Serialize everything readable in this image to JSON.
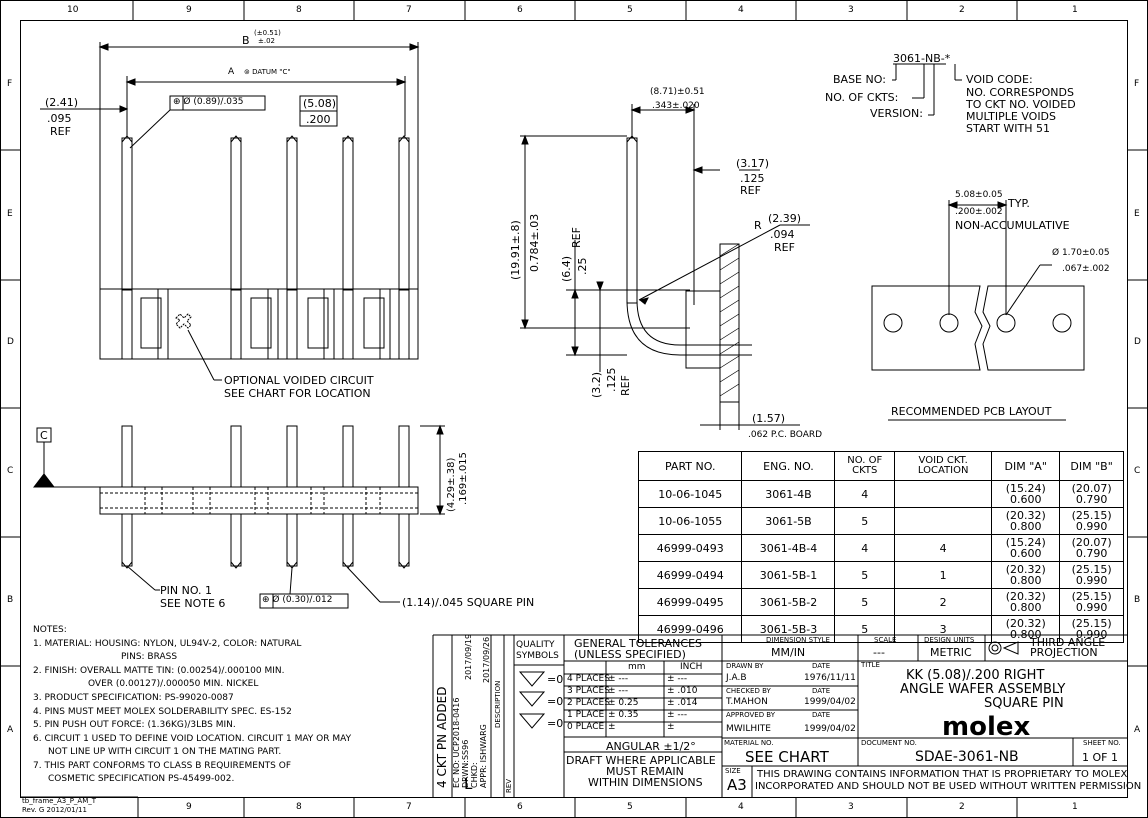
{
  "frame": {
    "top_zones": [
      "10",
      "9",
      "8",
      "7",
      "6",
      "5",
      "4",
      "3",
      "2",
      "1"
    ],
    "bottom_zones": [
      "9",
      "8",
      "7",
      "6",
      "5",
      "4",
      "3",
      "2",
      "1"
    ],
    "row_zones": [
      "F",
      "E",
      "D",
      "C",
      "B",
      "A"
    ],
    "frame_id": "tb_frame_A3_P_AM_T",
    "frame_rev": "Rev. G 2012/01/11"
  },
  "front_view": {
    "dim_b": "B",
    "dim_b_tol_top": "(±0.51)",
    "dim_b_tol_bot": "±.02",
    "dim_a": "A",
    "dim_a_datum": "⊚ DATUM \"C\"",
    "ref_241_mm": "(2.41)",
    "ref_241_in": ".095",
    "ref_241_ref": "REF",
    "pos_tol_pin": "⊕ Ø (0.89)/.035",
    "pitch_mm": "(5.08)",
    "pitch_in": ".200",
    "void_note_1": "OPTIONAL VOIDED CIRCUIT",
    "void_note_2": "SEE CHART FOR LOCATION"
  },
  "bottom_view": {
    "datum": "C",
    "pin1_note_1": "PIN NO. 1",
    "pin1_note_2": "SEE NOTE 6",
    "pos_tol": "⊕ Ø (0.30)/.012",
    "square_pin": "(1.14)/.045 SQUARE PIN",
    "height_mm": "(4.29±.38)",
    "height_in": ".169±.015"
  },
  "side_view": {
    "top_mm": "(8.71)±0.51",
    "top_in": ".343±.020",
    "ref_317_mm": "(3.17)",
    "ref_317_in": ".125",
    "ref_317_ref": "REF",
    "radius_r": "R",
    "radius_mm": "(2.39)",
    "radius_in": ".094",
    "radius_ref": "REF",
    "height_mm": "(19.91±.8)",
    "height_in": "0.784±.03",
    "mid_mm": "(6.4)",
    "mid_in": ".25",
    "mid_ref": "REF",
    "low_mm": "(3.2)",
    "low_in": ".125",
    "low_ref": "REF",
    "board_mm": "(1.57)",
    "board_in": ".062 P.C. BOARD"
  },
  "part_code": {
    "code": "3061-NB-*",
    "base_no": "BASE NO:",
    "no_ckts": "NO. OF CKTS:",
    "version": "VERSION:",
    "void_1": "VOID CODE:",
    "void_2": "NO. CORRESPONDS",
    "void_3": "TO CKT NO. VOIDED",
    "void_4": "MULTIPLE VOIDS",
    "void_5": "START WITH 51"
  },
  "pcb_layout": {
    "pitch_mm": "5.08±0.05",
    "pitch_in": ".200±.002",
    "typ": "TYP.",
    "non_accum": "NON-ACCUMULATIVE",
    "hole_mm": "Ø 1.70±0.05",
    "hole_in": ".067±.002",
    "caption": "RECOMMENDED PCB LAYOUT"
  },
  "parts_table": {
    "headers": [
      "PART NO.",
      "ENG. NO.",
      "NO. OF CKTS",
      "VOID CKT. LOCATION",
      "DIM \"A\"",
      "DIM \"B\""
    ],
    "rows": [
      {
        "part": "10-06-1045",
        "eng": "3061-4B",
        "ckts": "4",
        "void": "",
        "a_mm": "(15.24)",
        "a_in": "0.600",
        "b_mm": "(20.07)",
        "b_in": "0.790"
      },
      {
        "part": "10-06-1055",
        "eng": "3061-5B",
        "ckts": "5",
        "void": "",
        "a_mm": "(20.32)",
        "a_in": "0.800",
        "b_mm": "(25.15)",
        "b_in": "0.990"
      },
      {
        "part": "46999-0493",
        "eng": "3061-4B-4",
        "ckts": "4",
        "void": "4",
        "a_mm": "(15.24)",
        "a_in": "0.600",
        "b_mm": "(20.07)",
        "b_in": "0.790"
      },
      {
        "part": "46999-0494",
        "eng": "3061-5B-1",
        "ckts": "5",
        "void": "1",
        "a_mm": "(20.32)",
        "a_in": "0.800",
        "b_mm": "(25.15)",
        "b_in": "0.990"
      },
      {
        "part": "46999-0495",
        "eng": "3061-5B-2",
        "ckts": "5",
        "void": "2",
        "a_mm": "(20.32)",
        "a_in": "0.800",
        "b_mm": "(25.15)",
        "b_in": "0.990"
      },
      {
        "part": "46999-0496",
        "eng": "3061-5B-3",
        "ckts": "5",
        "void": "3",
        "a_mm": "(20.32)",
        "a_in": "0.800",
        "b_mm": "(25.15)",
        "b_in": "0.990"
      }
    ]
  },
  "notes": {
    "title": "NOTES:",
    "lines": [
      "1. MATERIAL: HOUSING: NYLON, UL94V-2, COLOR: NATURAL",
      "PINS: BRASS",
      "2. FINISH: OVERALL MATTE TIN: (0.00254)/.000100 MIN.",
      "OVER (0.00127)/.000050 MIN. NICKEL",
      "3. PRODUCT SPECIFICATION: PS-99020-0087",
      "4. PINS MUST MEET MOLEX SOLDERABILITY SPEC. ES-152",
      "5. PIN PUSH OUT FORCE: (1.36KG)/3LBS MIN.",
      "6. CIRCUIT 1 USED TO DEFINE VOID LOCATION.  CIRCUIT 1 MAY OR MAY",
      "NOT LINE UP WITH CIRCUIT 1 ON THE MATING PART.",
      "7. THIS PART CONFORMS TO CLASS B REQUIREMENTS OF",
      "COSMETIC SPECIFICATION PS-45499-002."
    ]
  },
  "revision": {
    "rev": "L",
    "description": "4 CKT PN ADDED",
    "ec_no": "EC NO: UCP2018-0416",
    "drwn": "DRWN:SS96",
    "chkd": "CHKD:",
    "appr": "APPR: ISHWARG",
    "date1": "2017/09/19",
    "date2": "2017/09/26",
    "desc_label": "DESCRIPTION",
    "rev_label": "REV"
  },
  "title_block": {
    "quality_symbols": "QUALITY SYMBOLS",
    "gen_tol_1": "GENERAL TOLERANCES",
    "gen_tol_2": "(UNLESS SPECIFIED)",
    "mm": "mm",
    "inch": "INCH",
    "tol_rows": [
      {
        "label": "4 PLACES",
        "mm": "± ---",
        "inch": "± ---"
      },
      {
        "label": "3 PLACES",
        "mm": "± ---",
        "inch": "± .010"
      },
      {
        "label": "2 PLACES",
        "mm": "± 0.25",
        "inch": "± .014"
      },
      {
        "label": "1 PLACE",
        "mm": "± 0.35",
        "inch": "± ---"
      },
      {
        "label": "0 PLACE",
        "mm": "±",
        "inch": "±"
      }
    ],
    "angular": "ANGULAR ±1/2°",
    "draft_1": "DRAFT WHERE APPLICABLE",
    "draft_2": "MUST REMAIN",
    "draft_3": "WITHIN DIMENSIONS",
    "dim_style_label": "DIMENSION STYLE",
    "dim_style": "MM/IN",
    "scale_label": "SCALE",
    "scale": "---",
    "design_units_label": "DESIGN UNITS",
    "design_units": "METRIC",
    "projection": "THIRD ANGLE PROJECTION",
    "drawn_by_label": "DRAWN BY",
    "drawn_by": "J.A.B",
    "drawn_date": "1976/11/11",
    "checked_by_label": "CHECKED BY",
    "checked_by": "T.MAHON",
    "checked_date": "1999/04/02",
    "approved_by_label": "APPROVED BY",
    "approved_by": "MWILHITE",
    "approved_date": "1999/04/02",
    "date_label": "DATE",
    "title_label": "TITLE",
    "title_1": "KK (5.08)/.200 RIGHT",
    "title_2": "ANGLE WAFER ASSEMBLY",
    "title_3": "SQUARE PIN",
    "brand": "molex",
    "material_label": "MATERIAL NO.",
    "material": "SEE CHART",
    "document_label": "DOCUMENT NO.",
    "document": "SDAE-3061-NB",
    "sheet_label": "SHEET NO.",
    "sheet": "1 OF 1",
    "size_label": "SIZE",
    "size": "A3",
    "prop_1": "THIS DRAWING CONTAINS INFORMATION THAT IS PROPRIETARY TO MOLEX",
    "prop_2": "INCORPORATED AND SHOULD NOT BE USED WITHOUT WRITTEN PERMISSION"
  }
}
